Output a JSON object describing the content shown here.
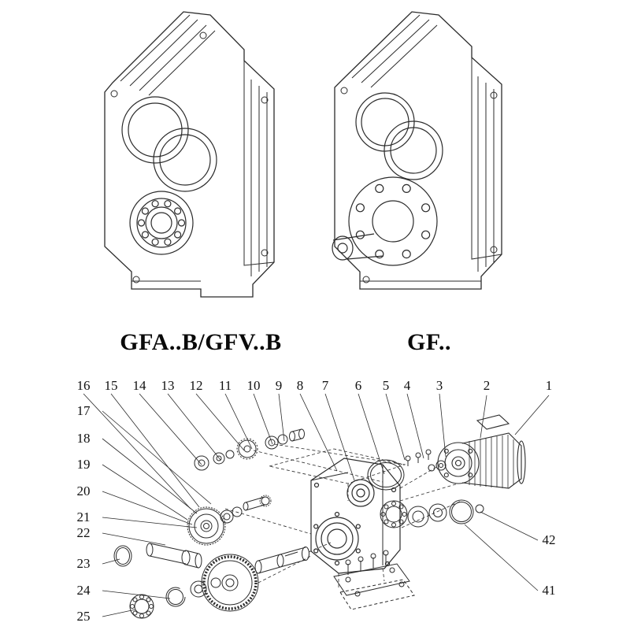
{
  "page_background": "#ffffff",
  "line_color": "#2b2b2b",
  "figures": {
    "left": {
      "label": "GFA..B/GFV..B"
    },
    "right": {
      "label": "GF.."
    }
  },
  "exploded": {
    "top_row": [
      "16",
      "15",
      "14",
      "13",
      "12",
      "11",
      "10",
      "9",
      "8",
      "7",
      "6",
      "5",
      "4",
      "3",
      "2",
      "1"
    ],
    "left_col": [
      "17",
      "18",
      "19",
      "20",
      "21",
      "22",
      "23",
      "24",
      "25"
    ],
    "right_col": [
      "42",
      "41"
    ]
  }
}
